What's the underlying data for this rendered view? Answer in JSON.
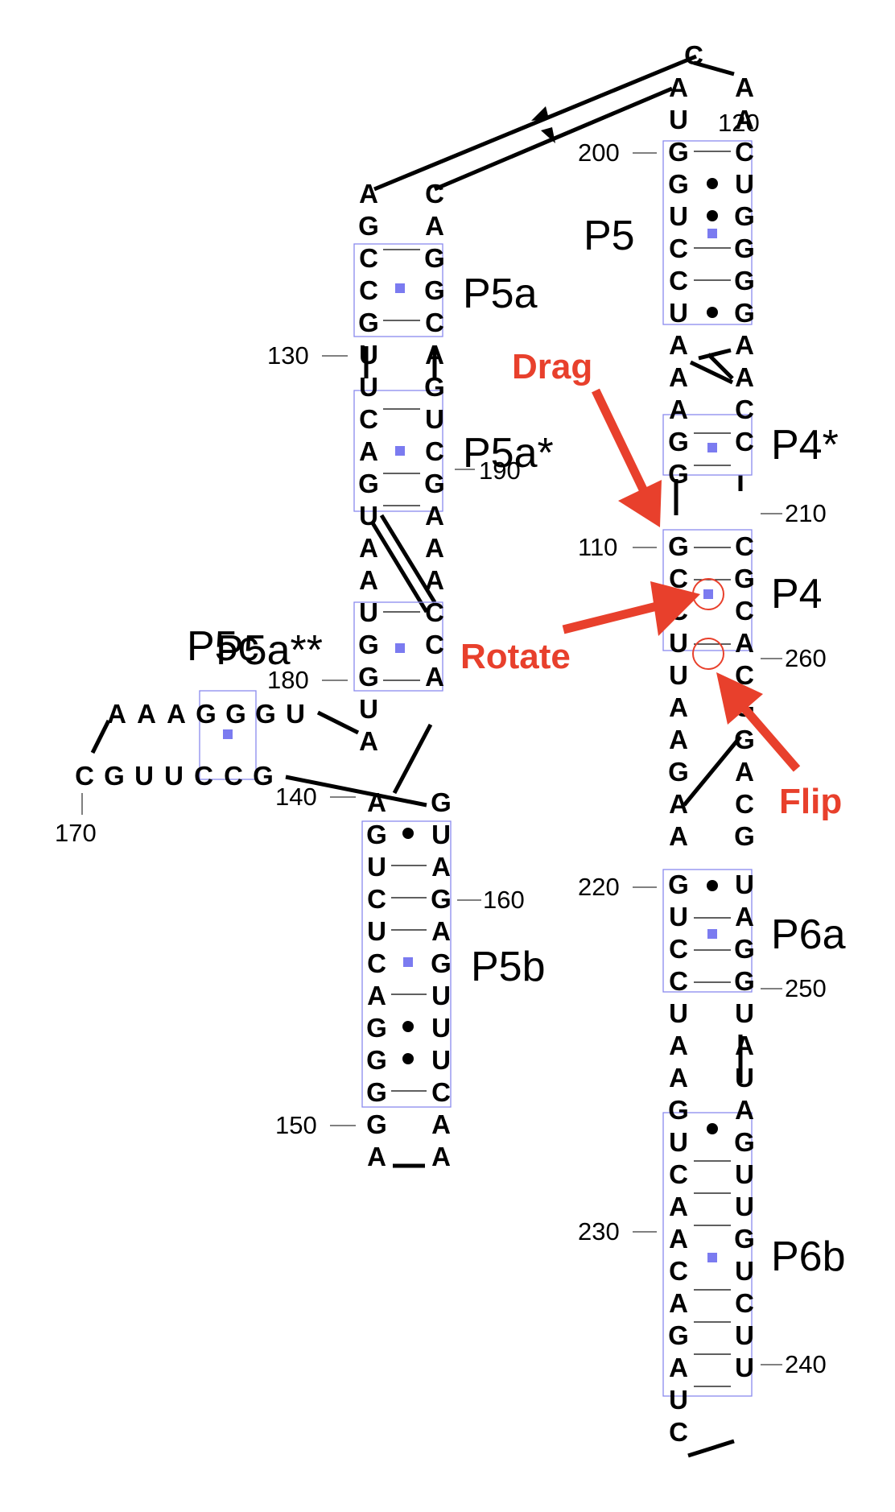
{
  "accent_colors": {
    "annotation": "#e8402c",
    "box": "#8a8aee",
    "noncanonical_marker": "#7b7bf0"
  },
  "nucleotides": {
    "p5_top_5p": [
      "C",
      "A",
      "U",
      "G",
      "G",
      "U",
      "C",
      "C",
      "U",
      "A",
      "A",
      "A",
      "G",
      "G"
    ],
    "p5_top_3p": [
      "A",
      "A",
      "C",
      "U",
      "G",
      "G",
      "G",
      "G",
      "A",
      "A",
      "C",
      "C"
    ],
    "p5abc_5p": [
      "A",
      "G",
      "C",
      "C",
      "G",
      "U",
      "U",
      "C",
      "A",
      "G",
      "U",
      "A",
      "A",
      "U",
      "G",
      "G",
      "U",
      "A"
    ],
    "p5abc_3p": [
      "C",
      "A",
      "G",
      "G",
      "C",
      "A",
      "G",
      "U",
      "C",
      "G",
      "A",
      "A",
      "A",
      "C",
      "C",
      "A"
    ],
    "p5c_loop": [
      "A",
      "A",
      "A",
      "G",
      "G",
      "G",
      "U"
    ],
    "p5c_loop2": [
      "C",
      "G",
      "U",
      "U",
      "C",
      "C",
      "G"
    ],
    "p5b_5p": [
      "A",
      "G",
      "U",
      "C",
      "U",
      "C",
      "A",
      "G",
      "G",
      "G",
      "G",
      "A"
    ],
    "p5b_3p": [
      "G",
      "U",
      "A",
      "G",
      "A",
      "G",
      "U",
      "U",
      "U",
      "C",
      "A",
      "A"
    ],
    "p4_5p": [
      "G",
      "C",
      "C",
      "U",
      "U",
      "A",
      "A",
      "G",
      "A",
      "A"
    ],
    "p4_3p": [
      "C",
      "G",
      "C",
      "A",
      "C",
      "G",
      "G",
      "A",
      "C",
      "G"
    ],
    "p6_5p": [
      "G",
      "U",
      "C",
      "C",
      "U",
      "A",
      "A",
      "G",
      "U",
      "C",
      "A",
      "A",
      "C",
      "A",
      "G",
      "A",
      "U",
      "C"
    ],
    "p6_3p": [
      "U",
      "A",
      "G",
      "G",
      "U",
      "A",
      "U",
      "A",
      "G",
      "U",
      "U",
      "G",
      "U",
      "C",
      "U",
      "U"
    ]
  },
  "helix_labels": {
    "p5": "P5",
    "p5a": "P5a",
    "p5a_star": "P5a*",
    "p5a_double_star_a": "P5c",
    "p5a_double_star_b": "P5a**",
    "p5b": "P5b",
    "p4_star": "P4*",
    "p4": "P4",
    "p6a": "P6a",
    "p6b": "P6b"
  },
  "position_numbers": {
    "n120": "120",
    "n130": "130",
    "n140": "140",
    "n150": "150",
    "n160": "160",
    "n170": "170",
    "n180": "180",
    "n190": "190",
    "n200": "200",
    "n210": "210",
    "n220": "220",
    "n230": "230",
    "n240": "240",
    "n250": "250",
    "n260": "260",
    "n110": "110"
  },
  "annotations": {
    "drag": "Drag",
    "rotate": "Rotate",
    "flip": "Flip"
  }
}
